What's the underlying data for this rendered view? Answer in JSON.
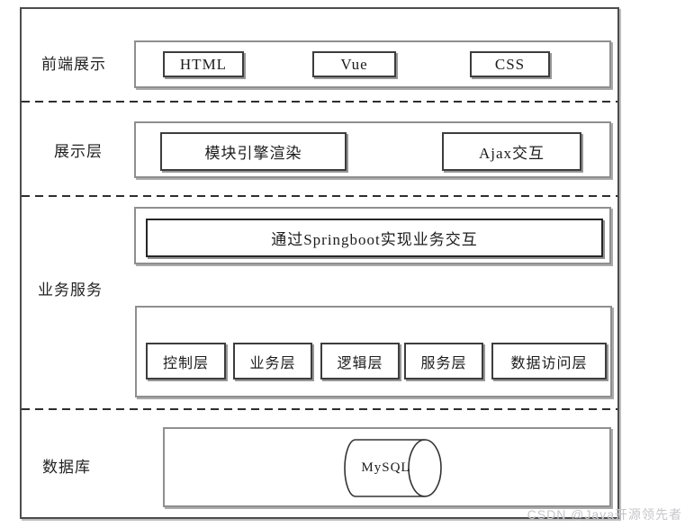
{
  "diagram": {
    "layers": [
      {
        "label": "前端展示",
        "boxes": [
          "HTML",
          "Vue",
          "CSS"
        ]
      },
      {
        "label": "展示层",
        "boxes": [
          "模块引擎渲染",
          "Ajax交互"
        ]
      },
      {
        "label": "业务服务",
        "banner": "通过Springboot实现业务交互",
        "boxes": [
          "控制层",
          "业务层",
          "逻辑层",
          "服务层",
          "数据访问层"
        ]
      },
      {
        "label": "数据库",
        "database": "MySQL"
      }
    ]
  },
  "watermark": "CSDN @Java开源领先者"
}
